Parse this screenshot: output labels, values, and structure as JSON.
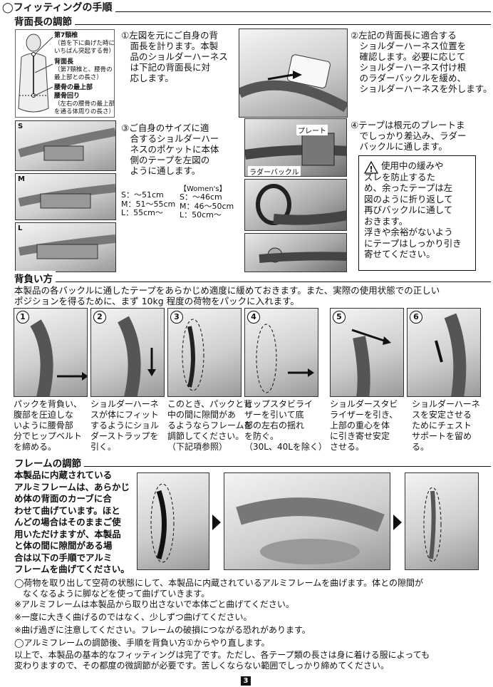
{
  "sections": {
    "main_title": "◯フィッティングの手順",
    "back_length_title": "背面長の調節",
    "carrying_title": "背負い方",
    "frame_title": "フレームの調節"
  },
  "anatomy": {
    "c7": "第7頸椎",
    "c7_note": "（首を下に曲げた時に\nいちばん突起する骨）",
    "back_len": "背面長",
    "back_len_note": "（第7頸椎と、腰骨の\n最上部との長さ）",
    "hip_top": "腰骨の最上部",
    "hip_circ": "腰骨回り",
    "hip_circ_note": "（左右の腰骨の最上部\nを通る体周りの長さ）"
  },
  "steps_back": {
    "s1": "①左図を元にご自身の背\n　面長を計ります。本製\n　品のショルダーハーネス\n　は下記の背面長に対\n　応します。",
    "s2": "②左記の背面長に適合する\n　ショルダーハーネス位置を\n　確認します。必要に応じて\n　ショルダーハーネス付け根\n　のラダーバックルを緩め、\n　ショルダーハーネスを外します。",
    "s3": "③ご自身のサイズに適\n　合するショルダーハー\n　ネスのポケットに本体\n　側のテープを左図の\n　ように通します。",
    "s4": "④テープは根元のプレートま\n　でしっかり差込み、ラダー\n　バックルに通します。"
  },
  "sizes": {
    "mens": "S：～51cm\nM：51～55cm\nL：55cm～",
    "womens_label": "【Women's】",
    "womens": "S：～46cm\nM：46～50cm\nL：50cm～"
  },
  "size_tags": {
    "s": "S",
    "m": "M",
    "l": "L"
  },
  "callouts": {
    "plate": "プレート",
    "ladder": "ラダーバックル"
  },
  "caution": "使用中の緩みや\nズレを防止するた\nめ、余ったテープは左\n図のように折り返して\n再びバックルに通して\nおきます。\n浮きや余裕がないよう\nにテープはしっかり引き\n寄せてください。",
  "carrying_intro": "本製品の各バックルに通したテープをあらかじめ適度に緩めておきます。また、実際の使用状態での正しい\nポジションを得るために、まず 10kg 程度の荷物をパックに入れます。",
  "carry_steps": [
    {
      "num": "1",
      "text": "パックを背負い、\n腹部を圧迫しな\nいように腰骨部\n分でヒップベルト\nを締める。"
    },
    {
      "num": "2",
      "text": "ショルダーハーネ\nスが体にフィット\nするようにショル\nダーストラップを\n引く。"
    },
    {
      "num": "3",
      "text": "このとき、パックと背\n中の間に隙間があ\nるようならフレームを\n調節してください。\n（下記項参照）"
    },
    {
      "num": "4",
      "text": "ヒップスタビライ\nザーを引いて底\n部の左右の揺れ\nを防ぐ。\n（30L、40Lを除く）"
    },
    {
      "num": "5",
      "text": "ショルダースタビ\nライザーを引き、\n上部の重心を体\nに引き寄せ安定\nさせる。"
    },
    {
      "num": "6",
      "text": "ショルダーハーネ\nスを安定させる\nためにチェスト\nサポートを留め\nる。"
    }
  ],
  "frame_intro": "本製品に内蔵されている\nアルミフレームは、あらかじ\nめ体の背面のカーブに合\nわせて曲げています。ほと\nんどの場合はそのままご使\n用いただけますが、本製品\nと体の間に隙間がある場\n合は以下の手順でアルミ\nフレームを曲げてください。",
  "frame_notes": [
    "◯荷物を取り出して空荷の状態にして、本製品に内蔵されているアルミフレームを曲げます。体との隙間が\n　なくなるように脚などを使って曲げていきます。",
    "※アルミフレームは本製品から取り出さないで本体ごと曲げてください。",
    "※一度に大きく曲げるのではなく、少しずつ曲げてください。",
    "※曲げ過ぎに注意してください。フレームの破損につながる恐れがあります。",
    "◯アルミフレームの調節後、手順を背負い方①からやり直します。",
    "以上で、本製品の基本的なフィッティングは完了です。ただし、各テープ類の長さは身に着ける服によっても\n変わりますので、その都度の微調節が必要です。苦しくならない範囲でしっかり締めてください。"
  ],
  "page_number": "3"
}
